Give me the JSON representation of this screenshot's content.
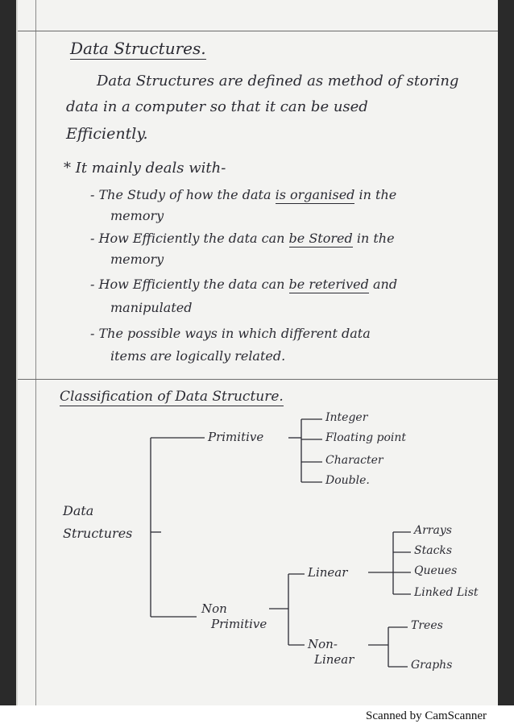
{
  "heading1": "Data Structures.",
  "intro": {
    "line1": "Data Structures are defined as method of storing",
    "line2": "data in a computer so that it can be used",
    "line3": "Efficiently."
  },
  "deals_heading": "* It mainly deals with-",
  "bullets": {
    "b1_line1": "- The Study of how the data",
    "b1_under": "is organised",
    "b1_tail": "in the",
    "b1_line2": "memory",
    "b2_line1": "- How Efficiently the data can",
    "b2_under": "be Stored",
    "b2_tail": "in the",
    "b2_line2": "memory",
    "b3_line1": "- How Efficiently the data can",
    "b3_under": "be reterived",
    "b3_tail": "and",
    "b3_line2": "manipulated",
    "b4_line1": "- The possible ways in which different data",
    "b4_line2": "items are logically related."
  },
  "heading2": "Classification of Data Structure.",
  "tree": {
    "root_line1": "Data",
    "root_line2": "Structures",
    "primitive": "Primitive",
    "prim_children": [
      "Integer",
      "Floating point",
      "Character",
      "Double."
    ],
    "non_line1": "Non",
    "non_line2": "Primitive",
    "linear": "Linear",
    "linear_children": [
      "Arrays",
      "Stacks",
      "Queues",
      "Linked List"
    ],
    "nonlinear_line1": "Non-",
    "nonlinear_line2": "Linear",
    "nonlinear_children": [
      "Trees",
      "Graphs"
    ]
  },
  "footer": "Scanned by CamScanner"
}
